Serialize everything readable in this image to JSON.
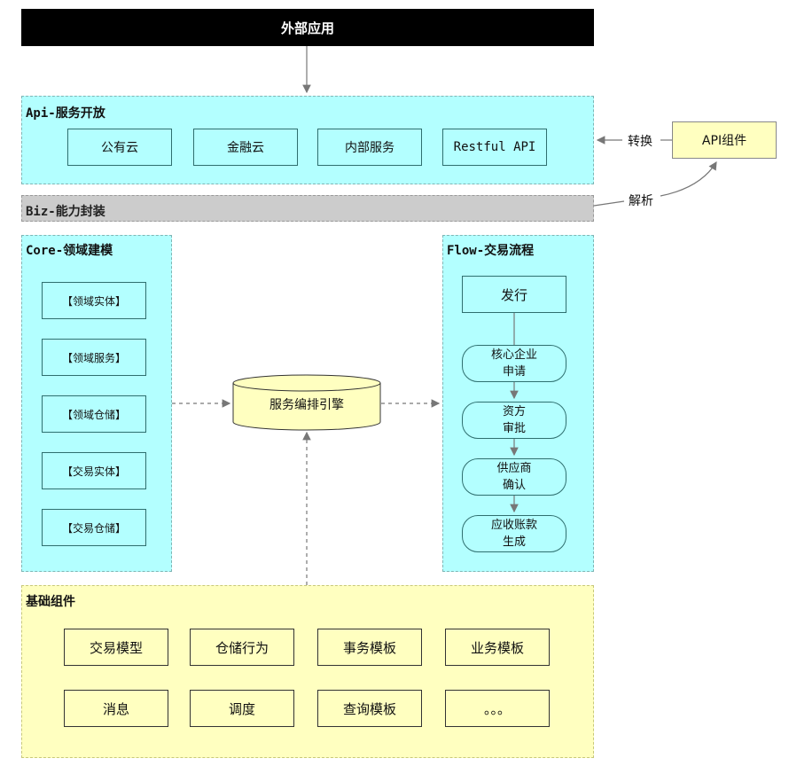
{
  "external_app": "外部应用",
  "api_layer": {
    "title": "Api-服务开放",
    "items": [
      "公有云",
      "金融云",
      "内部服务",
      "Restful API"
    ]
  },
  "api_component": "API组件",
  "convert_label": "转换",
  "parse_label": "解析",
  "biz_layer": {
    "title": "Biz-能力封装"
  },
  "core_layer": {
    "title": "Core-领域建模",
    "items": [
      "【领域实体】",
      "【领域服务】",
      "【领域仓储】",
      "【交易实体】",
      "【交易仓储】"
    ]
  },
  "orchestration_engine": "服务编排引擎",
  "flow_layer": {
    "title": "Flow-交易流程",
    "start": "发行",
    "steps": [
      "核心企业\n申请",
      "资方\n审批",
      "供应商\n确认",
      "应收账款\n生成"
    ]
  },
  "base_layer": {
    "title": "基础组件",
    "row1": [
      "交易模型",
      "仓储行为",
      "事务模板",
      "业务模板"
    ],
    "row2": [
      "消息",
      "调度",
      "查询模板",
      "。。。"
    ]
  }
}
